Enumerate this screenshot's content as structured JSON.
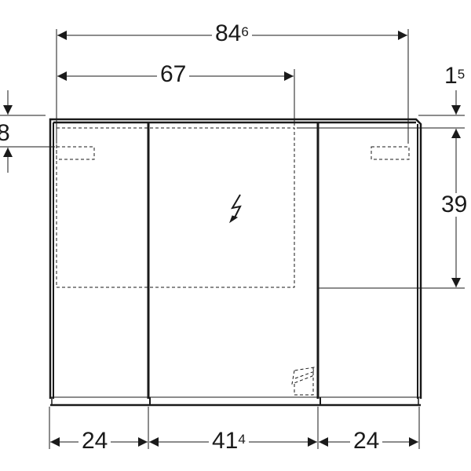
{
  "drawing": {
    "title": "Mirror cabinet dimension drawing",
    "units": "cm",
    "dimensions": {
      "overall_width": {
        "main": "84",
        "sup": "6"
      },
      "partial_width": {
        "main": "67",
        "sup": ""
      },
      "top_offset_left": {
        "main": "8",
        "sup": ""
      },
      "top_offset_right": {
        "main": "1",
        "sup": "5"
      },
      "height": {
        "main": "39",
        "sup": ""
      },
      "door_left": {
        "main": "24",
        "sup": ""
      },
      "door_center": {
        "main": "41",
        "sup": "4"
      },
      "door_right": {
        "main": "24",
        "sup": ""
      }
    },
    "symbols": {
      "electrical": "lightning-bolt",
      "socket": "dashed-socket-outlet"
    },
    "colors": {
      "line": "#1a1a1a",
      "background": "#ffffff"
    }
  }
}
